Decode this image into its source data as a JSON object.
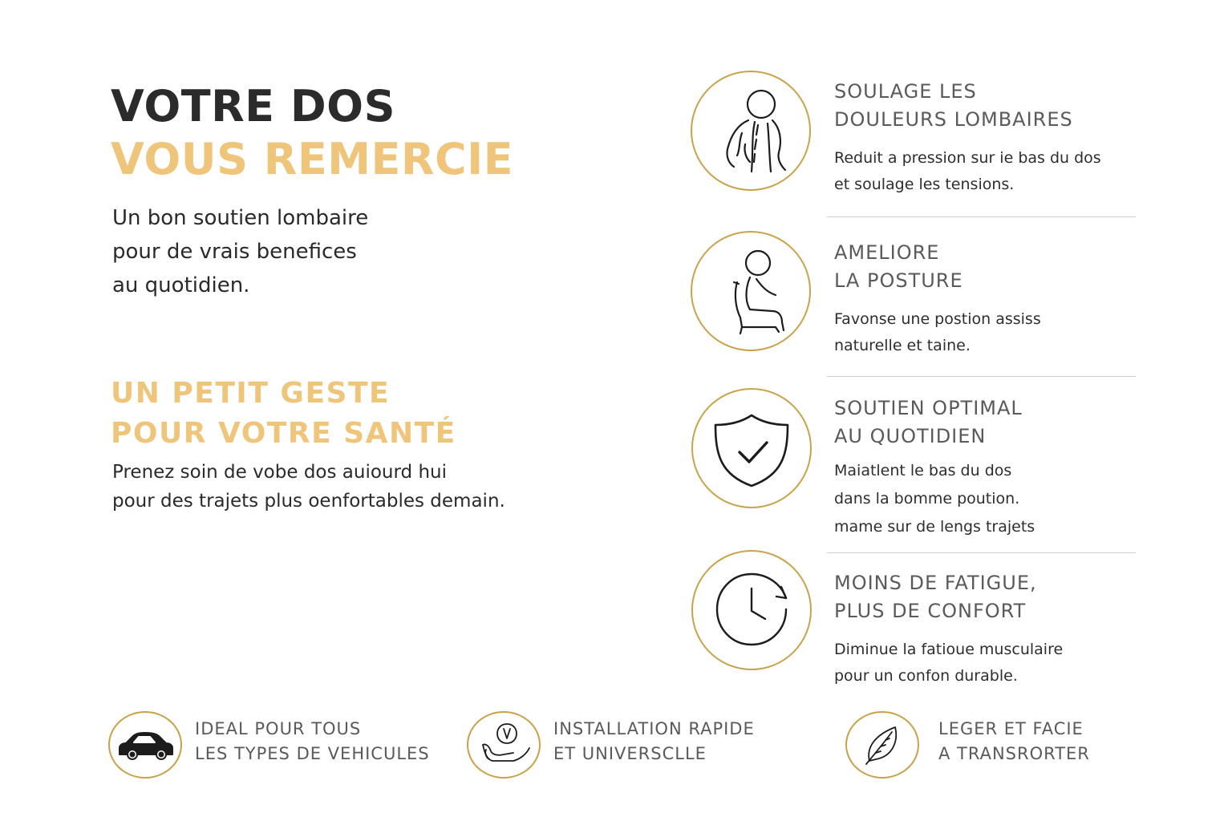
{
  "hero": {
    "title_line1": "VOTRE DOS",
    "title_line2": "VOUS REMERCIE",
    "subtitle_lines": [
      "Un bon soutien lombaire",
      "pour de vrais benefices",
      "au quotidien."
    ]
  },
  "gesture": {
    "title_lines": [
      "UN PETIT GESTE",
      "POUR VOTRE SANTÉ"
    ],
    "text_lines": [
      "Prenez soin de vobe dos auiourd hui",
      "pour des trajets plus oenfortables demain."
    ]
  },
  "benefits": [
    {
      "icon": "back-pain-figure-icon",
      "title_lines": [
        "SOULAGE LES",
        "DOULEURS LOMBAIRES"
      ],
      "desc_lines": [
        "Reduit a pression sur ie bas du dos",
        "et soulage les tensions."
      ]
    },
    {
      "icon": "seated-posture-icon",
      "title_lines": [
        "AMELIORE",
        "LA POSTURE"
      ],
      "desc_lines": [
        "Favonse une postion assiss",
        "naturelle et taine."
      ]
    },
    {
      "icon": "shield-check-icon",
      "title_lines": [
        "SOUTIEN OPTIMAL",
        "AU QUOTIDIEN"
      ],
      "desc_lines": [
        "Maiatlent le bas du dos",
        "dans la bomme poution.",
        "mame sur de lengs trajets"
      ]
    },
    {
      "icon": "clock-icon",
      "title_lines": [
        "MOINS DE FATIGUE,",
        "PLUS DE CONFORT"
      ],
      "desc_lines": [
        "Diminue la fatioue musculaire",
        "pour un confon durable."
      ]
    }
  ],
  "features": [
    {
      "icon": "car-icon",
      "label_lines": [
        "IDEAL POUR TOUS",
        "LES TYPES DE VEHICULES"
      ]
    },
    {
      "icon": "hand-install-icon",
      "label_lines": [
        "INSTALLATION RAPIDE",
        "ET UNIVERSCLLE"
      ]
    },
    {
      "icon": "leaf-icon",
      "label_lines": [
        "LEGER ET FACIE",
        "A TRANSRORTER"
      ]
    }
  ],
  "colors": {
    "accent_gold": "#eec57a",
    "circle_border": "#c9a24c",
    "heading_dark": "#2b2b2b",
    "muted_text": "#5a5a5a",
    "divider": "#cfcfcf"
  }
}
